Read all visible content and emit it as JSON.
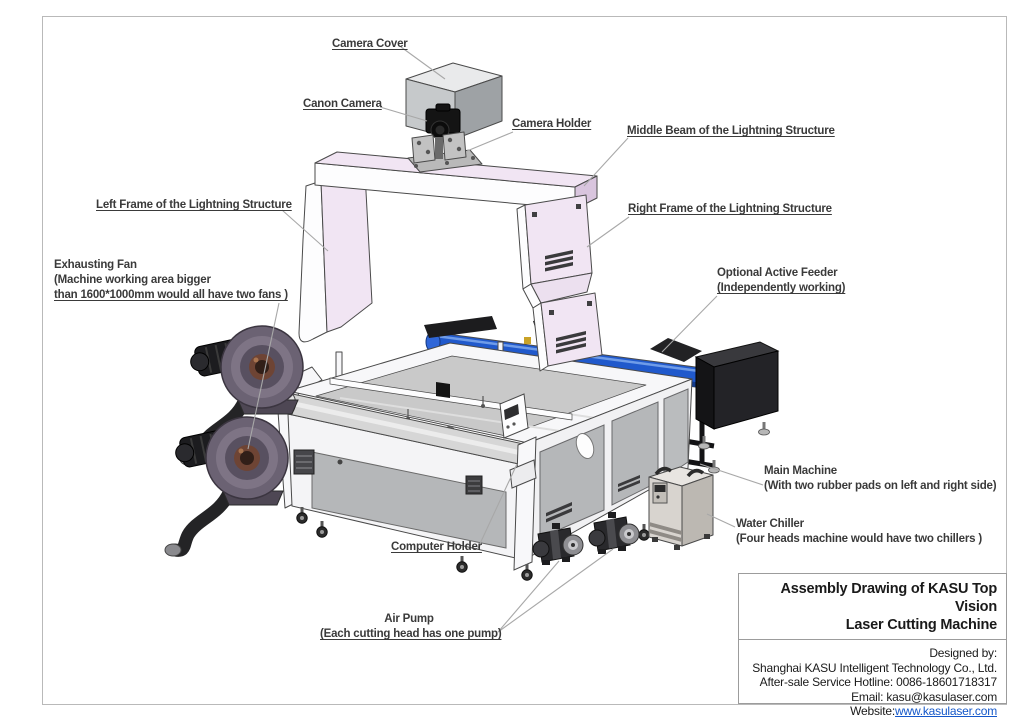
{
  "labels": {
    "camera_cover": "Camera Cover",
    "canon_camera": "Canon Camera",
    "camera_holder": "Camera Holder",
    "middle_beam": "Middle Beam of the Lightning Structure",
    "left_frame": "Left Frame of the Lightning Structure",
    "right_frame": "Right Frame of the Lightning Structure",
    "exhausting_fan": {
      "l1": "Exhausting Fan",
      "l2": "(Machine working area bigger",
      "l3": "than 1600*1000mm would all have two fans )"
    },
    "optional_feeder": {
      "l1": "Optional Active Feeder",
      "l2": "(Independently working)"
    },
    "main_machine": {
      "l1": "Main Machine",
      "l2": "(With two rubber pads on left and right side)"
    },
    "water_chiller": {
      "l1": "Water Chiller",
      "l2": "(Four heads machine would have two chillers )"
    },
    "computer_holder": "Computer Holder",
    "air_pump": {
      "l1": "Air Pump",
      "l2": "(Each cutting head has one pump)"
    }
  },
  "title_block": {
    "title_line1": "Assembly Drawing of KASU Top Vision",
    "title_line2": "Laser Cutting Machine",
    "designed_by": "Designed by:",
    "company": "Shanghai KASU Intelligent Technology Co., Ltd.",
    "hotline": "After-sale Service Hotline: 0086-18601718317",
    "email": "Email: kasu@kasulaser.com",
    "website_label": "Website:",
    "website_url": "www.kasulaser.com"
  },
  "colors": {
    "page_border": "#b9b9b9",
    "titleblock_border": "#9c9c9c",
    "label_text": "#3a3a3a",
    "leader_line": "#a8a8a8",
    "outline": "#4a4a4a",
    "structure_fill": "#f1e5f3",
    "structure_fill_dark": "#d9c5de",
    "feeder_blue": "#2059cc",
    "feeder_blue_dark": "#143c8c",
    "machine_panel": "#b5b7b9",
    "bed_grey": "#c9c9c9",
    "link_blue": "#1457c9"
  }
}
